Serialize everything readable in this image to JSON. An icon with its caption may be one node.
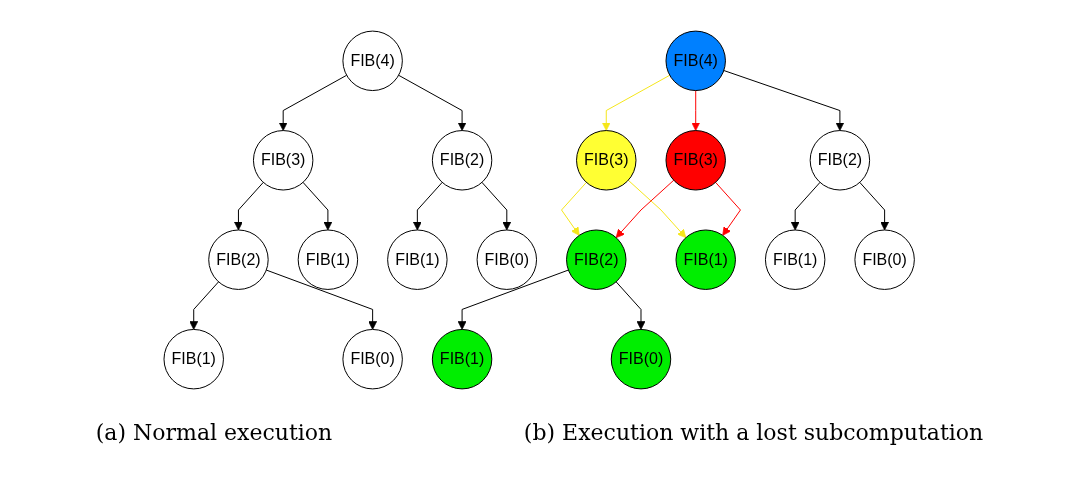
{
  "diagram": {
    "nodes": [
      {
        "text": [
          "FIB(4)"
        ]
      },
      {
        "text": [
          "FIB(3)"
        ]
      },
      {
        "text": [
          "FIB(2)"
        ]
      },
      {
        "text": [
          "FIB(2)"
        ]
      },
      {
        "text": [
          "FIB(1)"
        ]
      },
      {
        "text": [
          "FIB(1)"
        ]
      },
      {
        "text": [
          "FIB(0)"
        ]
      },
      {
        "text": [
          "FIB(1)"
        ]
      },
      {
        "text": [
          "FIB(0)"
        ]
      },
      {
        "text": [
          "FIB(4)"
        ]
      },
      {
        "text": [
          "FIB(3)"
        ]
      },
      {
        "text": [
          "FIB(3)"
        ]
      },
      {
        "text": [
          "FIB(2)"
        ]
      },
      {
        "text": [
          "FIB(2)"
        ]
      },
      {
        "text": [
          "FIB(1)"
        ]
      },
      {
        "text": [
          "FIB(1)"
        ]
      },
      {
        "text": [
          "FIB(0)"
        ]
      },
      {
        "text": [
          "FIB(1)"
        ]
      },
      {
        "text": [
          "FIB(0)"
        ]
      }
    ],
    "edges": [
      {
        "from": 0,
        "to": 1,
        "arrow": "to"
      },
      {
        "from": 0,
        "to": 2,
        "arrow": "to"
      },
      {
        "from": 1,
        "to": 3,
        "arrow": "to"
      },
      {
        "from": 1,
        "to": 4,
        "arrow": "to"
      },
      {
        "from": 2,
        "to": 5,
        "arrow": "to"
      },
      {
        "from": 2,
        "to": 6,
        "arrow": "to"
      },
      {
        "from": 3,
        "to": 7,
        "arrow": "to"
      },
      {
        "from": 3,
        "to": 8,
        "arrow": "to"
      },
      {
        "from": 9,
        "to": 10,
        "arrow": "to",
        "color": "#f5e61a"
      },
      {
        "from": 9,
        "to": 11,
        "arrow": "to",
        "color": "#ff0000"
      },
      {
        "from": 9,
        "to": 12,
        "arrow": "to"
      },
      {
        "from": 10,
        "to": 13,
        "arrow": "to",
        "color": "#f5e61a"
      },
      {
        "from": 10,
        "to": 14,
        "arrow": "to",
        "color": "#f5e61a"
      },
      {
        "from": 11,
        "to": 13,
        "arrow": "to",
        "color": "#ff0000"
      },
      {
        "from": 11,
        "to": 14,
        "arrow": "to",
        "color": "#ff0000"
      },
      {
        "from": 12,
        "to": 15,
        "arrow": "to"
      },
      {
        "from": 12,
        "to": 16,
        "arrow": "to"
      },
      {
        "from": 13,
        "to": 17,
        "arrow": "to"
      },
      {
        "from": 13,
        "to": 18,
        "arrow": "to"
      }
    ],
    "labels": [
      "(a) Normal execution",
      "(b) Execution with a lost subcomputation"
    ]
  }
}
